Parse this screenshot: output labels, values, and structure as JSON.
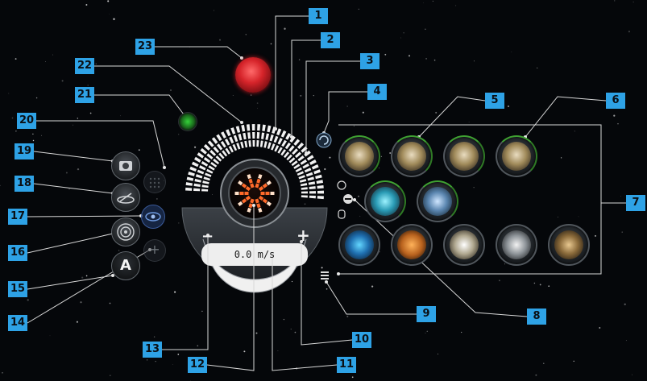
{
  "hud": {
    "speed_readout": "0.0 m/s",
    "speed_minus": "−",
    "speed_plus": "+",
    "autopilot_label": "A",
    "zoom_plus": "+"
  },
  "callouts": [
    "1",
    "2",
    "3",
    "4",
    "5",
    "6",
    "7",
    "8",
    "9",
    "10",
    "11",
    "12",
    "13",
    "14",
    "15",
    "16",
    "17",
    "18",
    "19",
    "20",
    "21",
    "22",
    "23"
  ],
  "modules": {
    "row1": [
      "missile-launcher-icon",
      "missile-launcher-icon",
      "missile-launcher-icon",
      "missile-launcher-icon"
    ],
    "row2": [
      "shield-booster-icon",
      "armor-plate-icon"
    ],
    "row3": [
      "cpu-chip-icon",
      "drone-swarm-icon",
      "cargo-scanner-icon",
      "helmet-icon",
      "cube-icon"
    ]
  },
  "colors": {
    "callout": "#2ea2e6",
    "active_ring": "#3fa132",
    "capacitor_orange": "#ff6a2a",
    "status_green": "#35d23a",
    "alert_red": "#d6242a"
  }
}
